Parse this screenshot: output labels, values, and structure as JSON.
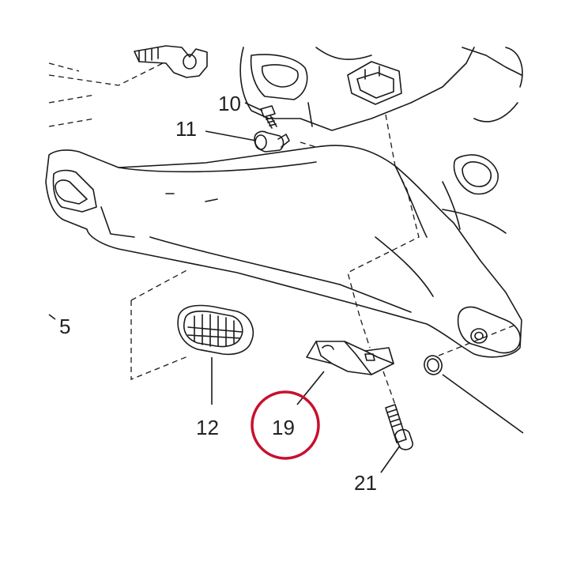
{
  "diagram": {
    "callouts": [
      {
        "id": "p5",
        "label": "5"
      },
      {
        "id": "p10",
        "label": "10"
      },
      {
        "id": "p11",
        "label": "11"
      },
      {
        "id": "p12",
        "label": "12"
      },
      {
        "id": "p19",
        "label": "19",
        "highlighted": true
      },
      {
        "id": "p21",
        "label": "21"
      }
    ],
    "colors": {
      "line": "#1a1a1a",
      "highlight": "#c8102e",
      "background": "#ffffff"
    }
  }
}
